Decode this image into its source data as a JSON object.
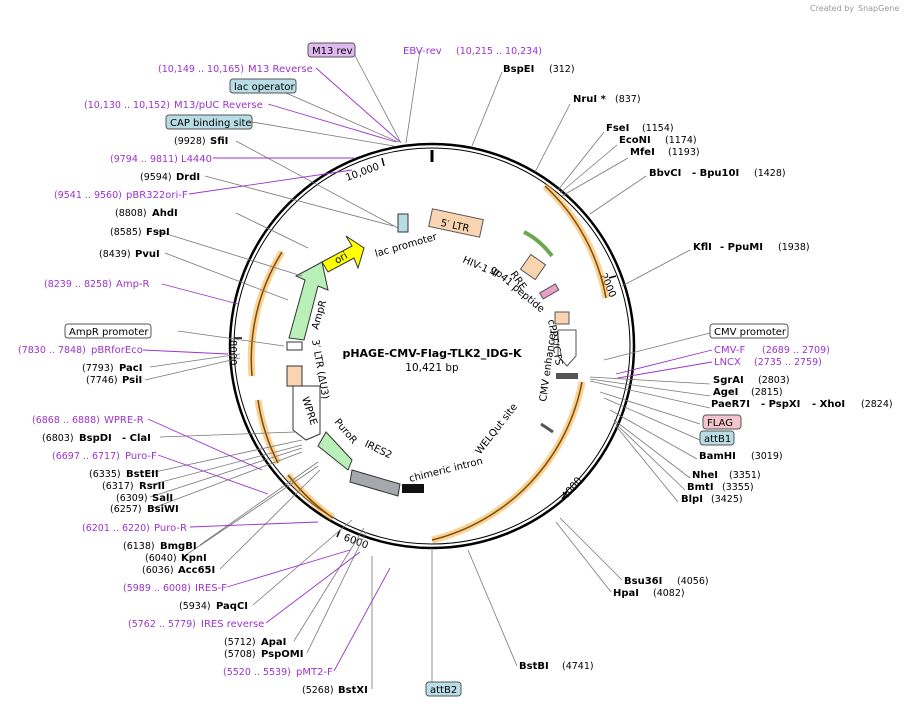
{
  "credit": {
    "prefix": "Created by",
    "brand": "SnapGene"
  },
  "plasmid": {
    "name": "pHAGE-CMV-Flag-TLK2_IDG-K",
    "size": "10,421 bp"
  },
  "ticks": {
    "t2000": "2000",
    "t4000": "4000",
    "t6000": "6000",
    "t8000": "8000",
    "t10000": "10,000"
  },
  "inner_features": {
    "ltr5": "5′ LTR",
    "hiv_psi": "HIV-1 Ψ",
    "rre": "RRE",
    "gp41": "gp41 peptide",
    "cppt": "cPPT/CTS",
    "cmv_enh": "CMV enhancer",
    "welqut": "WELQut site",
    "chimeric_intron": "chimeric intron",
    "ires2": "IRES2",
    "puror": "PuroR",
    "wpre": "WPRE",
    "ltr3": "3′ LTR (ΔU3)",
    "ampr": "AmpR",
    "ori": "ori",
    "lac_promoter": "lac promoter"
  },
  "left_labels": {
    "m13rev_box": "M13 rev",
    "m13reverse_pos": "(10,149 .. 10,165)",
    "m13reverse": "M13 Reverse",
    "lac_operator": "lac operator",
    "m13puc_pos": "(10,130 .. 10,152)",
    "m13puc": "M13/pUC Reverse",
    "cap_site": "CAP binding site",
    "sfii_pos": "(9928)",
    "sfii": "SfiI",
    "l4440_pos": "(9794 .. 9811)",
    "l4440": "L4440",
    "drdi_pos": "(9594)",
    "drdi": "DrdI",
    "pbr322_pos": "(9541 .. 9560)",
    "pbr322": "pBR322ori-F",
    "ahdi_pos": "(8808)",
    "ahdi": "AhdI",
    "fspi_pos": "(8585)",
    "fspi": "FspI",
    "pvui_pos": "(8439)",
    "pvui": "PvuI",
    "ampr_r_pos": "(8239 .. 8258)",
    "ampr_r": "Amp-R",
    "ampr_promoter": "AmpR promoter",
    "pbrforeco_pos": "(7830 .. 7848)",
    "pbrforeco": "pBRforEco",
    "paci_pos": "(7793)",
    "paci": "PacI",
    "psii_pos": "(7746)",
    "psii": "PsiI",
    "wpre_r_pos": "(6868 .. 6888)",
    "wpre_r": "WPRE-R",
    "bspdi_pos": "(6803)",
    "bspdi": "BspDI",
    "clai": "- ClaI",
    "purof_pos": "(6697 .. 6717)",
    "purof": "Puro-F",
    "bsteii_pos": "(6335)",
    "bsteii": "BstEII",
    "rsrii_pos": "(6317)",
    "rsrii": "RsrII",
    "sali_pos": "(6309)",
    "sali": "SalI",
    "bsiwi_pos": "(6257)",
    "bsiwi": "BsiWI",
    "puror_r_pos": "(6201 .. 6220)",
    "puror_r": "Puro-R",
    "bmgbi_pos": "(6138)",
    "bmgbi": "BmgBI",
    "kpni_pos": "(6040)",
    "kpni": "KpnI",
    "acc65i_pos": "(6036)",
    "acc65i": "Acc65I",
    "iresf_pos": "(5989 .. 6008)",
    "iresf": "IRES-F",
    "paqci_pos": "(5934)",
    "paqci": "PaqCI",
    "iresrev_pos": "(5762 .. 5779)",
    "iresrev": "IRES reverse",
    "apai_pos": "(5712)",
    "apai": "ApaI",
    "pspomi_pos": "(5708)",
    "pspomi": "PspOMI",
    "pmt2f_pos": "(5520 .. 5539)",
    "pmt2f": "pMT2-F",
    "bstxi_pos": "(5268)",
    "bstxi": "BstXI"
  },
  "right_labels": {
    "ebvrev": "EBV-rev",
    "ebvrev_pos": "(10,215 .. 10,234)",
    "bspei": "BspEI",
    "bspei_pos": "(312)",
    "nrui": "NruI *",
    "nrui_pos": "(837)",
    "fsei": "FseI",
    "fsei_pos": "(1154)",
    "econi": "EcoNI",
    "econi_pos": "(1174)",
    "mfei": "MfeI",
    "mfei_pos": "(1193)",
    "bbvci": "BbvCI",
    "bpu10i": "- Bpu10I",
    "bbvci_pos": "(1428)",
    "kfli": "KflI",
    "ppumi": "- PpuMI",
    "kfli_pos": "(1938)",
    "cmv_promoter": "CMV promoter",
    "cmvf": "CMV-F",
    "cmvf_pos": "(2689 .. 2709)",
    "lncx": "LNCX",
    "lncx_pos": "(2735 .. 2759)",
    "sgrai": "SgrAI",
    "sgrai_pos": "(2803)",
    "agei": "AgeI",
    "agei_pos": "(2815)",
    "paer7i": "PaeR7I",
    "pspxi": "- PspXI",
    "xhoi": "- XhoI",
    "paer7i_pos": "(2824)",
    "flag": "FLAG",
    "attb1": "attB1",
    "bamhi": "BamHI",
    "bamhi_pos": "(3019)",
    "nhei": "NheI",
    "nhei_pos": "(3351)",
    "bmti": "BmtI",
    "bmti_pos": "(3355)",
    "blpi": "BlpI",
    "blpi_pos": "(3425)",
    "bsu36i": "Bsu36I",
    "bsu36i_pos": "(4056)",
    "hpai": "HpaI",
    "hpai_pos": "(4082)",
    "bstbi": "BstBI",
    "bstbi_pos": "(4741)",
    "attb2": "attB2"
  },
  "colors": {
    "purple": "#9b33cc",
    "orange": "#f5a623",
    "yellow": "#ffff00",
    "green": "#b8f0b8",
    "peach": "#f8d5b0",
    "teal": "#b8dde5"
  }
}
